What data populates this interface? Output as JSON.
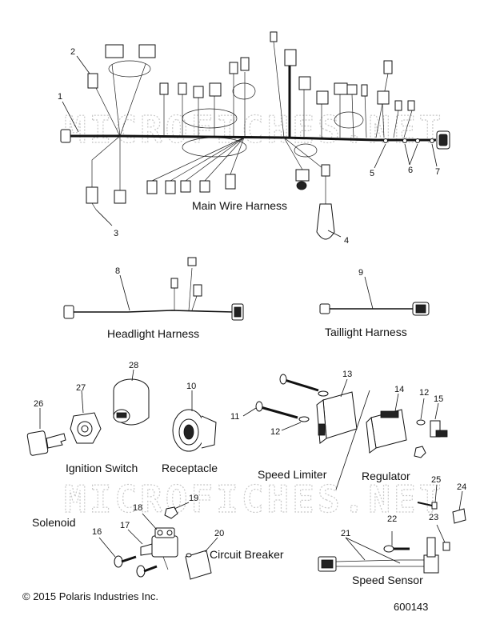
{
  "watermark": {
    "text": "MICROFICHES.NET"
  },
  "callouts": [
    {
      "id": "c1",
      "text": "1"
    },
    {
      "id": "c2",
      "text": "2"
    },
    {
      "id": "c3",
      "text": "3"
    },
    {
      "id": "c4",
      "text": "4"
    },
    {
      "id": "c5",
      "text": "5"
    },
    {
      "id": "c6",
      "text": "6"
    },
    {
      "id": "c7",
      "text": "7"
    },
    {
      "id": "c8",
      "text": "8"
    },
    {
      "id": "c9",
      "text": "9"
    },
    {
      "id": "c10",
      "text": "10"
    },
    {
      "id": "c11",
      "text": "11"
    },
    {
      "id": "c12a",
      "text": "12"
    },
    {
      "id": "c12b",
      "text": "12"
    },
    {
      "id": "c13",
      "text": "13"
    },
    {
      "id": "c14",
      "text": "14"
    },
    {
      "id": "c15",
      "text": "15"
    },
    {
      "id": "c16",
      "text": "16"
    },
    {
      "id": "c17",
      "text": "17"
    },
    {
      "id": "c18",
      "text": "18"
    },
    {
      "id": "c19",
      "text": "19"
    },
    {
      "id": "c20",
      "text": "20"
    },
    {
      "id": "c21",
      "text": "21"
    },
    {
      "id": "c22",
      "text": "22"
    },
    {
      "id": "c23",
      "text": "23"
    },
    {
      "id": "c24",
      "text": "24"
    },
    {
      "id": "c25",
      "text": "25"
    },
    {
      "id": "c26",
      "text": "26"
    },
    {
      "id": "c27",
      "text": "27"
    },
    {
      "id": "c28",
      "text": "28"
    }
  ],
  "labels": {
    "main_wire_harness": "Main Wire Harness",
    "headlight_harness": "Headlight Harness",
    "taillight_harness": "Taillight Harness",
    "ignition_switch": "Ignition Switch",
    "receptacle": "Receptacle",
    "speed_limiter": "Speed Limiter",
    "regulator": "Regulator",
    "solenoid": "Solenoid",
    "circuit_breaker": "Circuit Breaker",
    "speed_sensor": "Speed Sensor"
  },
  "footer": {
    "copyright": "© 2015 Polaris Industries Inc.",
    "diagram_number": "600143"
  }
}
